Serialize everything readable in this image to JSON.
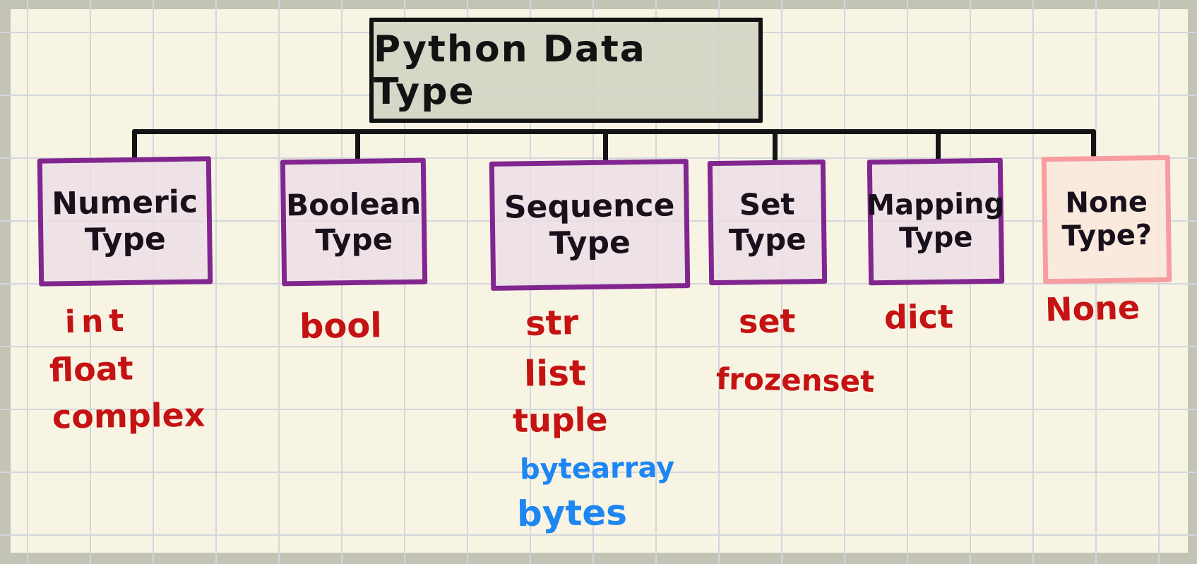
{
  "title": {
    "text": "Python Data Type"
  },
  "tree": {
    "nodes": [
      {
        "line1": "Numeric",
        "line2": "Type"
      },
      {
        "line1": "Boolean",
        "line2": "Type"
      },
      {
        "line1": "Sequence",
        "line2": "Type"
      },
      {
        "line1": "Set",
        "line2": "Type"
      },
      {
        "line1": "Mapping",
        "line2": "Type"
      },
      {
        "line1": "None",
        "line2": "Type?"
      }
    ]
  },
  "annotations": {
    "numeric": [
      "int",
      "float",
      "complex"
    ],
    "boolean": [
      "bool"
    ],
    "sequence": [
      "str",
      "list",
      "tuple",
      "bytearray",
      "bytes"
    ],
    "set": [
      "set",
      "frozenset"
    ],
    "mapping": [
      "dict"
    ],
    "none": [
      "None"
    ]
  },
  "colors": {
    "paper": "#f7f4e3",
    "frame_gray": "#c3c3b6",
    "grid_line": "#d3d6de",
    "ink_black": "#141414",
    "box_border_purple": "#82268f",
    "box_fill_lavender": "#ece3e9",
    "box_border_pink": "#f79da1",
    "box_fill_peach": "#f9ede4",
    "title_fill": "#dcdcd0",
    "annotation_red": "#c51212",
    "annotation_blue": "#1d86f2"
  }
}
